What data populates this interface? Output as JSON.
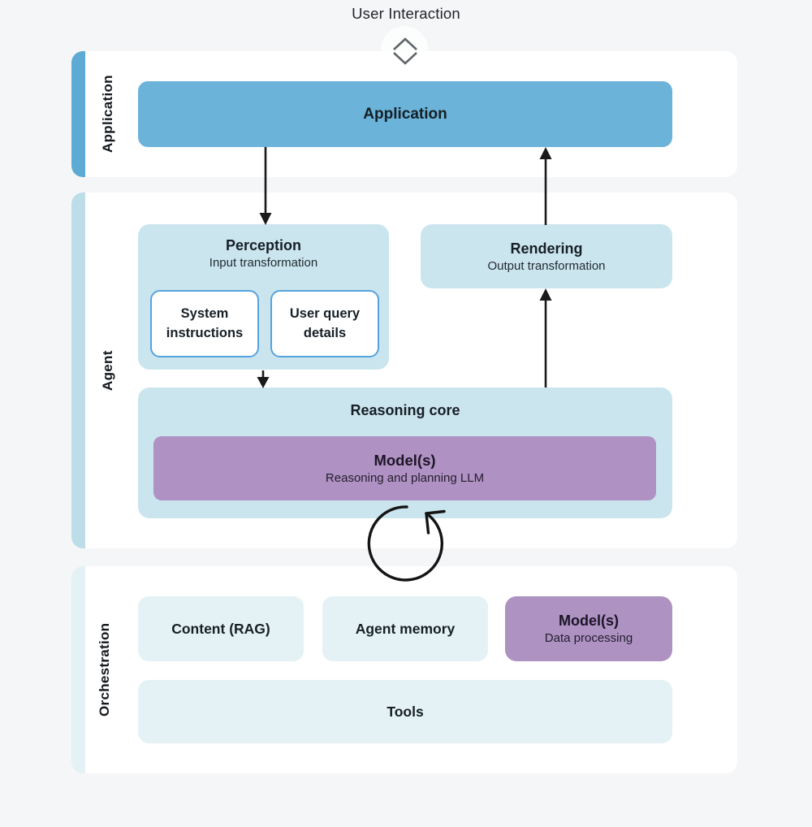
{
  "page": {
    "title": "User Interaction"
  },
  "palette": {
    "background": "#f5f6f7",
    "band_fill": "#ffffff",
    "application_tab": "#5dabd5",
    "agent_tab": "#bddde9",
    "orchestration_tab": "#e4f1f5",
    "application_box": "#6bb3d9",
    "light_blue_box": "#cbe5ef",
    "purple_box": "#af92c3",
    "pale_teal_box": "#e5f2f5",
    "subbox_border_blue": "#55a3de",
    "arrow": "#1a1a1a"
  },
  "icons": {
    "user_interaction": "chevron-up-down-icon",
    "loop": "counterclockwise-loop-arrow-icon"
  },
  "bands": {
    "application": {
      "label": "Application"
    },
    "agent": {
      "label": "Agent"
    },
    "orchestration": {
      "label": "Orchestration"
    }
  },
  "nodes": {
    "application": {
      "title": "Application"
    },
    "perception": {
      "title": "Perception",
      "subtitle": "Input transformation"
    },
    "system_instructions": {
      "title": "System instructions"
    },
    "user_query": {
      "title": "User query details"
    },
    "rendering": {
      "title": "Rendering",
      "subtitle": "Output transformation"
    },
    "reasoning": {
      "title": "Reasoning core"
    },
    "model_llm": {
      "title": "Model(s)",
      "subtitle": "Reasoning and planning LLM"
    },
    "content_rag": {
      "title": "Content (RAG)"
    },
    "agent_memory": {
      "title": "Agent memory"
    },
    "model_data": {
      "title": "Model(s)",
      "subtitle": "Data processing"
    },
    "tools": {
      "title": "Tools"
    }
  },
  "connections": [
    {
      "from": "user-interaction",
      "to": "application",
      "type": "bidirectional"
    },
    {
      "from": "application",
      "to": "perception",
      "type": "arrow-down"
    },
    {
      "from": "perception",
      "to": "reasoning-core",
      "type": "arrow-down"
    },
    {
      "from": "reasoning-core",
      "to": "rendering",
      "type": "arrow-up"
    },
    {
      "from": "rendering",
      "to": "application",
      "type": "arrow-up"
    },
    {
      "from": "reasoning-core",
      "to": "reasoning-core",
      "type": "self-loop"
    }
  ]
}
